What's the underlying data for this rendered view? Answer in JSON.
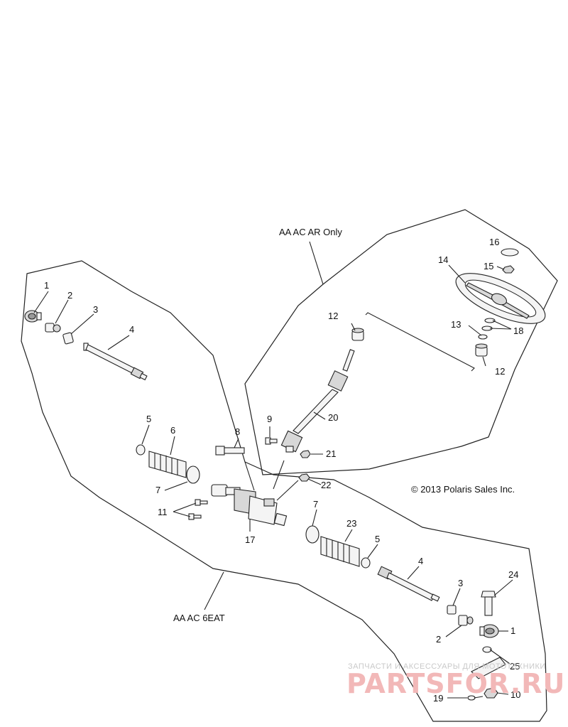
{
  "diagram": {
    "copyright": "© 2013 Polaris Sales Inc.",
    "region_labels": {
      "upper": "AA AC AR Only",
      "lower": "AA AC 6EAT"
    },
    "callouts": {
      "c1a": "1",
      "c2a": "2",
      "c3a": "3",
      "c4a": "4",
      "c5a": "5",
      "c6": "6",
      "c7a": "7",
      "c8": "8",
      "c9": "9",
      "c11": "11",
      "c12a": "12",
      "c12b": "12",
      "c13": "13",
      "c14": "14",
      "c15": "15",
      "c16": "16",
      "c17": "17",
      "c18": "18",
      "c20": "20",
      "c21": "21",
      "c22": "22",
      "c7b": "7",
      "c23": "23",
      "c5b": "5",
      "c4b": "4",
      "c3b": "3",
      "c24": "24",
      "c2b": "2",
      "c1b": "1",
      "c25": "25",
      "c19": "19",
      "c10": "10"
    },
    "watermark": {
      "tagline": "ЗАПЧАСТИ И АКСЕССУАРЫ ДЛЯ МОТОТЕХНИКИ",
      "logo": "PARTSFOR.RU"
    }
  }
}
